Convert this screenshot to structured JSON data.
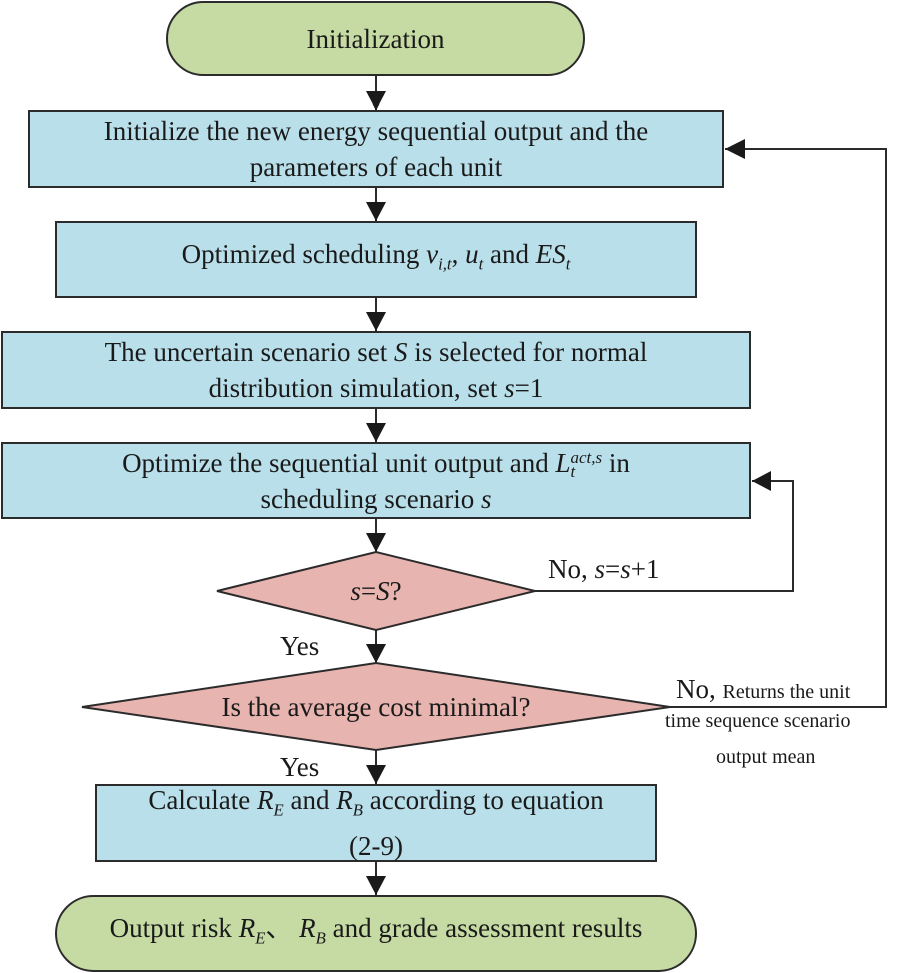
{
  "nodes": {
    "start": "Initialization",
    "init_l1": "Initialize the new energy sequential output and the",
    "init_l2": "parameters of each unit",
    "opt_pre": "Optimized scheduling",
    "opt_v": "v",
    "opt_v_sub": "i,t",
    "opt_sep1": ",",
    "opt_u": "u",
    "opt_u_sub": "t",
    "opt_and": "and",
    "opt_es": "ES",
    "opt_es_sub": "t",
    "scen_l1_pre": "The uncertain scenario set",
    "scen_S": "S",
    "scen_l1_post": "is selected for normal",
    "scen_l2_pre": "distribution simulation, set",
    "scen_s": "s",
    "scen_l2_post": "=1",
    "unit_l1_pre": "Optimize the sequential unit output and",
    "unit_L": "L",
    "unit_L_sub": "t",
    "unit_L_sup": "act,s",
    "unit_l1_post": "in",
    "unit_l2_pre": "scheduling scenario",
    "unit_s": "s",
    "dec1_s": "s",
    "dec1_eq": "=",
    "dec1_S": "S",
    "dec1_q": "?",
    "dec2": "Is the average cost minimal?",
    "calc_l1_pre": "Calculate",
    "calc_R1": "R",
    "calc_R1_sub": "E",
    "calc_and": "and",
    "calc_R2": "R",
    "calc_R2_sub": "B",
    "calc_l1_post": "according to equation",
    "calc_l2": "(2-9)",
    "end_pre": "Output risk",
    "end_R1": "R",
    "end_R1_sub": "E",
    "end_sep": "、",
    "end_R2": "R",
    "end_R2_sub": "B",
    "end_post": "and grade assessment results"
  },
  "labels": {
    "no1_pre": "No,",
    "no1_s1": "s",
    "no1_eq": "=",
    "no1_s2": "s",
    "no1_post": "+1",
    "yes1": "Yes",
    "yes2": "Yes",
    "no2_big": "No,",
    "no2_l1": "Returns the unit",
    "no2_l2": "time sequence scenario",
    "no2_l3": "output mean"
  },
  "colors": {
    "terminal": "#c6dba4",
    "process": "#b9dfea",
    "decision": "#e8b4b0",
    "line": "#2b2b2b"
  }
}
